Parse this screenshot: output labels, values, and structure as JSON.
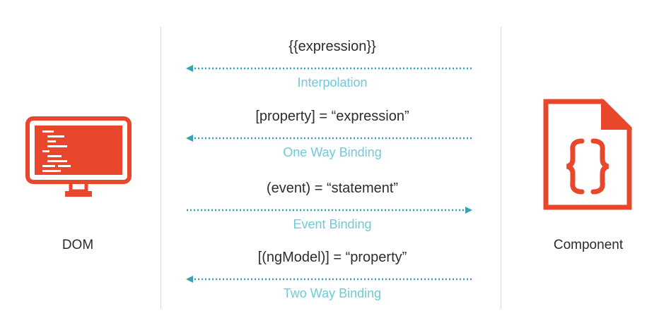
{
  "left": {
    "label": "DOM",
    "icon": "monitor-code-icon"
  },
  "right": {
    "label": "Component",
    "icon": "file-braces-icon"
  },
  "bindings": [
    {
      "expression": "{{expression}}",
      "name": "Interpolation",
      "direction": "to-left"
    },
    {
      "expression": "[property] = “expression”",
      "name": "One Way Binding",
      "direction": "to-left"
    },
    {
      "expression": "(event) = “statement”",
      "name": "Event Binding",
      "direction": "to-right"
    },
    {
      "expression": "[(ngModel)] = “property”",
      "name": "Two Way Binding",
      "direction": "to-left"
    }
  ],
  "colors": {
    "icon": "#e8472b",
    "arrow": "#3aa0b5",
    "label": "#6ecbd9",
    "divider": "#d8d8d8"
  }
}
